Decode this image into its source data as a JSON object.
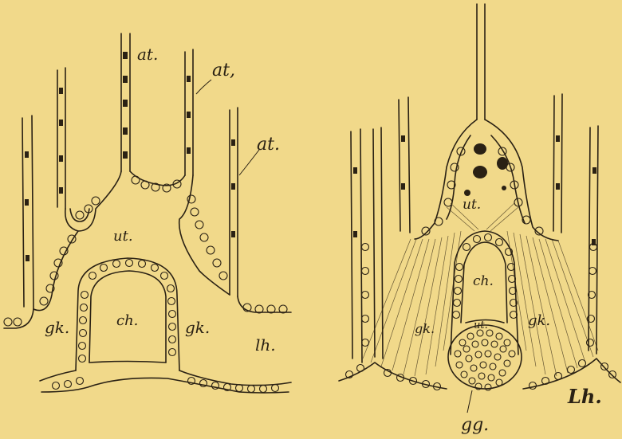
{
  "figures": [
    {
      "id": "left",
      "labels": {
        "at_top": "at.",
        "at_right_top": "at,",
        "at_right": "at.",
        "ut": "ut.",
        "gk_left": "gk.",
        "gk_right": "gk.",
        "ch": "ch.",
        "lh": "lh."
      }
    },
    {
      "id": "right",
      "labels": {
        "ut": "ut.",
        "ch": "ch.",
        "gk_left": "gk.",
        "gk_right": "gk.",
        "ut_small": "ut.",
        "gg": "gg.",
        "lh": "Lh."
      }
    }
  ]
}
